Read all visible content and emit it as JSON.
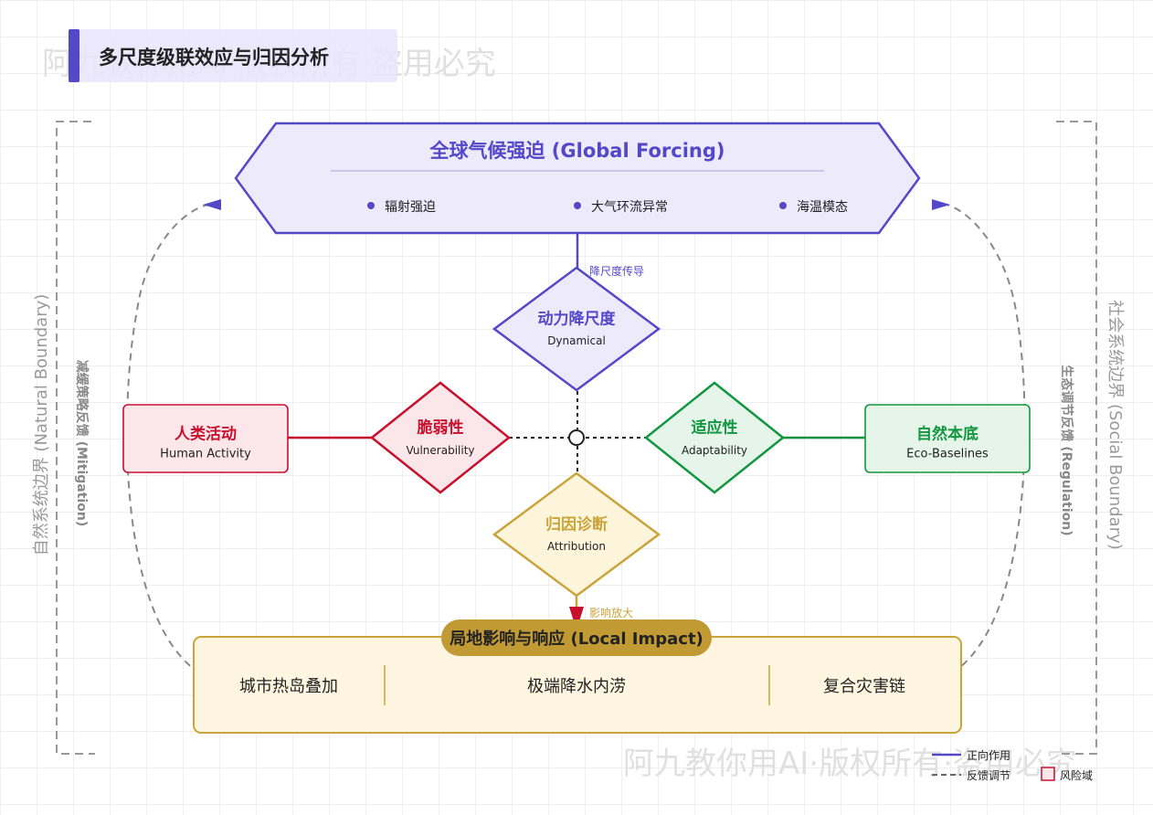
{
  "header": {
    "title": "多尺度级联效应与归因分析"
  },
  "watermarks": {
    "top": "阿九教你用AI·版权所有·盗用必究",
    "bottom": "阿九教你用AI·版权所有·盗用必究"
  },
  "global_forcing": {
    "title": "全球气候强迫 (Global Forcing)",
    "items": [
      "辐射强迫",
      "大气环流异常",
      "海温模态"
    ]
  },
  "edges": {
    "downscale": "降尺度传导",
    "amplify": "影响放大"
  },
  "dynamical": {
    "title": "动力降尺度",
    "subtitle": "Dynamical"
  },
  "vulnerability": {
    "title": "脆弱性",
    "subtitle": "Vulnerability"
  },
  "adaptability": {
    "title": "适应性",
    "subtitle": "Adaptability"
  },
  "attribution": {
    "title": "归因诊断",
    "subtitle": "Attribution"
  },
  "human": {
    "title": "人类活动",
    "subtitle": "Human Activity"
  },
  "eco": {
    "title": "自然本底",
    "subtitle": "Eco-Baselines"
  },
  "local_impact": {
    "title": "局地影响与响应 (Local Impact)",
    "items": [
      "城市热岛叠加",
      "极端降水内涝",
      "复合灾害链"
    ]
  },
  "boundaries": {
    "natural": "自然系统边界 (Natural Boundary)",
    "mitigation": "减缓策略反馈 (Mitigation)",
    "social": "社会系统边界 (Social Boundary)",
    "regulation": "生态调节反馈 (Regulation)"
  },
  "legend": {
    "forward": "正向作用",
    "feedback": "反馈调节",
    "risk": "风险域"
  },
  "colors": {
    "purple": "#5548c8",
    "red": "#c8102e",
    "green": "#12963f",
    "gold": "#c9a43a",
    "gray": "#888888"
  }
}
